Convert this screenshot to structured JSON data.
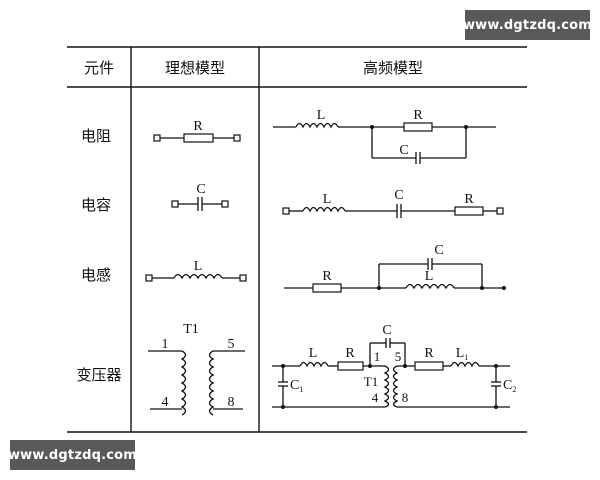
{
  "watermarks": {
    "top_right": "www.dgtzdq.com",
    "bottom_left": "www.dgtzdq.com"
  },
  "table": {
    "headers": {
      "component": "元件",
      "ideal_model": "理想模型",
      "high_freq_model": "高频模型"
    },
    "rows": [
      {
        "component": "电阻",
        "ideal_labels": {
          "R": "R"
        },
        "hf_labels": {
          "L": "L",
          "R": "R",
          "C": "C"
        }
      },
      {
        "component": "电容",
        "ideal_labels": {
          "C": "C"
        },
        "hf_labels": {
          "L": "L",
          "C": "C",
          "R": "R"
        }
      },
      {
        "component": "电感",
        "ideal_labels": {
          "L": "L"
        },
        "hf_labels": {
          "R": "R",
          "C": "C",
          "L": "L"
        }
      },
      {
        "component": "变压器",
        "ideal_labels": {
          "T": "T1",
          "p1": "1",
          "p4": "4",
          "p5": "5",
          "p8": "8"
        },
        "hf_labels": {
          "L": "L",
          "R_left": "R",
          "C_top": "C",
          "p1": "1",
          "p5": "5",
          "T": "T1",
          "p4": "4",
          "p8": "8",
          "R_right": "R",
          "L1": "L",
          "L1_sub": "1",
          "C1": "C",
          "C1_sub": "1",
          "C2": "C",
          "C2_sub": "2"
        }
      }
    ]
  }
}
